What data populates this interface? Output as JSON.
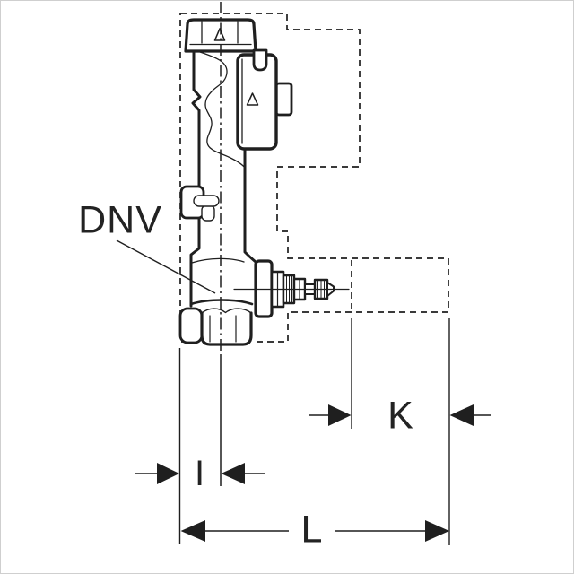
{
  "diagram": {
    "part_label": "DNV",
    "dimension_labels": {
      "k": "K",
      "i": "I",
      "l": "L"
    },
    "colors": {
      "line": "#1f1f1f",
      "background": "#ffffff"
    }
  }
}
